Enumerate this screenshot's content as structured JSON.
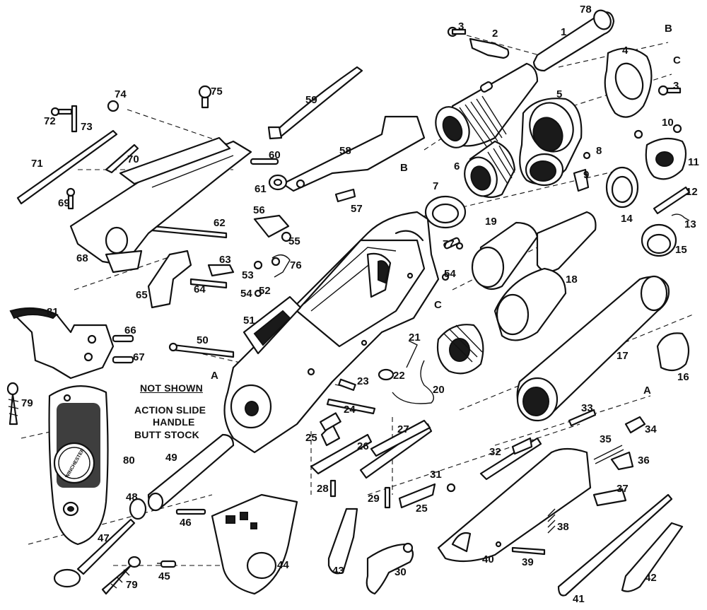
{
  "notes": {
    "heading": "NOT SHOWN",
    "line1": "ACTION SLIDE",
    "line2": "HANDLE",
    "line3": "BUTT STOCK"
  },
  "letters": {
    "a1": "A",
    "a2": "A",
    "b1": "B",
    "b2": "B",
    "c1": "C",
    "c2": "C"
  },
  "labels": {
    "p1": "1",
    "p2": "2",
    "p3a": "3",
    "p3b": "3",
    "p4": "4",
    "p5": "5",
    "p6": "6",
    "p7": "7",
    "p8": "8",
    "p9": "9",
    "p10": "10",
    "p11": "11",
    "p12": "12",
    "p13": "13",
    "p14": "14",
    "p15": "15",
    "p16": "16",
    "p17": "17",
    "p18": "18",
    "p19": "19",
    "p20": "20",
    "p21": "21",
    "p22": "22",
    "p23": "23",
    "p24": "24",
    "p25a": "25",
    "p25b": "25",
    "p26": "26",
    "p27": "27",
    "p28": "28",
    "p29": "29",
    "p30": "30",
    "p31": "31",
    "p32": "32",
    "p33": "33",
    "p34": "34",
    "p35": "35",
    "p36": "36",
    "p37": "37",
    "p38": "38",
    "p39": "39",
    "p40": "40",
    "p41": "41",
    "p42": "42",
    "p43": "43",
    "p44": "44",
    "p45": "45",
    "p46": "46",
    "p47": "47",
    "p48": "48",
    "p49": "49",
    "p50": "50",
    "p51": "51",
    "p52": "52",
    "p53": "53",
    "p54a": "54",
    "p54b": "54",
    "p55": "55",
    "p56": "56",
    "p57": "57",
    "p58": "58",
    "p59": "59",
    "p60": "60",
    "p61": "61",
    "p62": "62",
    "p63": "63",
    "p64": "64",
    "p65": "65",
    "p66": "66",
    "p67": "67",
    "p68": "68",
    "p69": "69",
    "p70": "70",
    "p71": "71",
    "p72": "72",
    "p73": "73",
    "p74": "74",
    "p75": "75",
    "p76": "76",
    "p77": "77",
    "p78": "78",
    "p79a": "79",
    "p79b": "79",
    "p80": "80",
    "p81": "81"
  },
  "butt_plate_text": "WINCHESTER"
}
